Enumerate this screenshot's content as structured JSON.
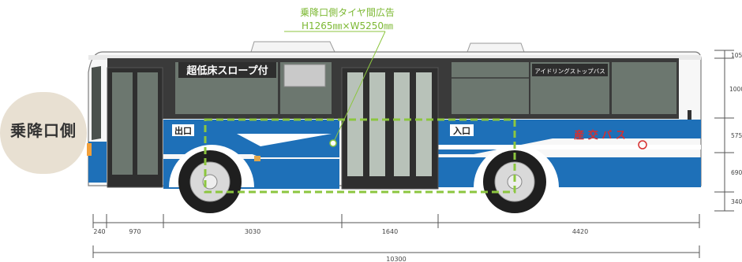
{
  "side_label": "乗降口側",
  "callout": {
    "title": "乗降口側タイヤ間広告",
    "size": "H1265㎜×W5250㎜"
  },
  "bus": {
    "front_sign": "超低床スロープ付",
    "side_sign": "アイドリングストップバス",
    "exit_label": "出口",
    "entrance_label": "入口",
    "company": "産 交 バ ス"
  },
  "dimensions": {
    "horizontal": [
      "240",
      "970",
      "3030",
      "1640",
      "4420"
    ],
    "total": "10300",
    "vertical": [
      "105",
      "1000",
      "575",
      "690",
      "340"
    ]
  },
  "colors": {
    "bus_blue": "#1e70b8",
    "ad_outline": "#8cc63f",
    "badge": "#e8e0d2"
  }
}
